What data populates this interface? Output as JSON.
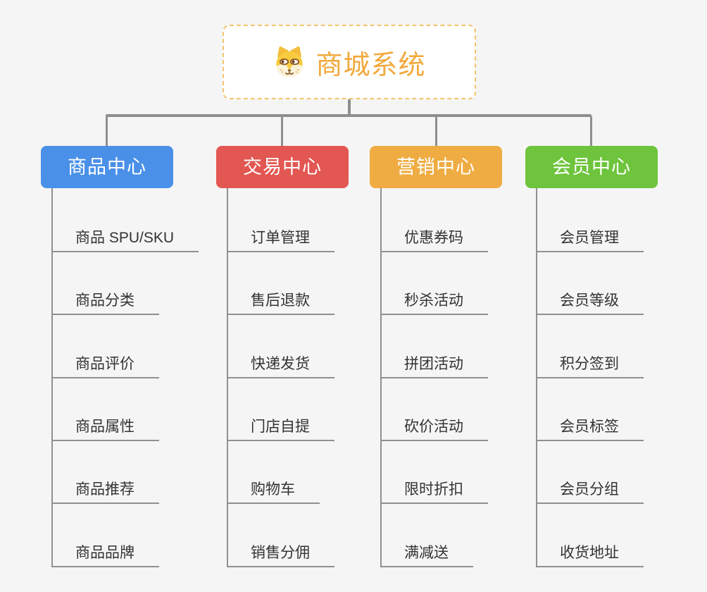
{
  "root": {
    "title": "商城系统",
    "icon": "dog-face-icon",
    "title_color": "#F2A93C",
    "border_color": "#F2C46D"
  },
  "connector_color": "#8E8E8E",
  "branches": [
    {
      "label": "商品中心",
      "color": "#4A90E8",
      "items": [
        "商品 SPU/SKU",
        "商品分类",
        "商品评价",
        "商品属性",
        "商品推荐",
        "商品品牌"
      ]
    },
    {
      "label": "交易中心",
      "color": "#E25752",
      "items": [
        "订单管理",
        "售后退款",
        "快递发货",
        "门店自提",
        "购物车",
        "销售分佣"
      ]
    },
    {
      "label": "营销中心",
      "color": "#EFAC42",
      "items": [
        "优惠券码",
        "秒杀活动",
        "拼团活动",
        "砍价活动",
        "限时折扣",
        "满减送"
      ]
    },
    {
      "label": "会员中心",
      "color": "#6EC43C",
      "items": [
        "会员管理",
        "会员等级",
        "积分签到",
        "会员标签",
        "会员分组",
        "收货地址"
      ]
    }
  ]
}
